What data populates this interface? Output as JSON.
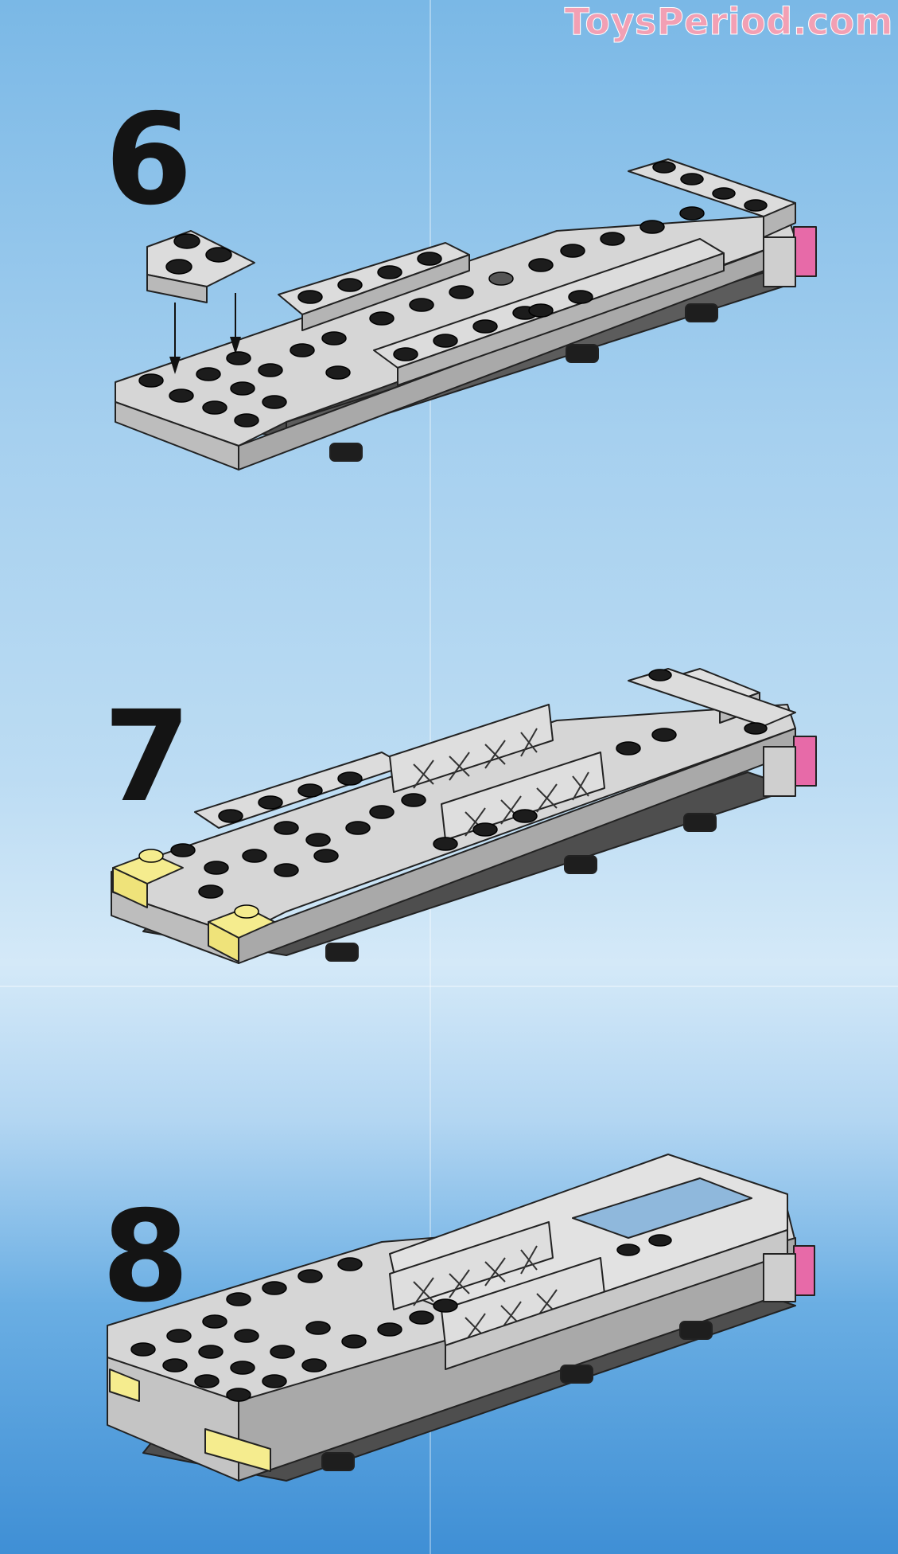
{
  "watermark": "ToysPeriod.com",
  "steps": [
    {
      "number": "6"
    },
    {
      "number": "7"
    },
    {
      "number": "8"
    }
  ],
  "colors": {
    "brick_light_gray": "#d2d2d2",
    "brick_dark_gray": "#565656",
    "stud_black": "#1c1c1c",
    "accent_pink": "#e76aa8",
    "accent_yellow": "#f5ec8e",
    "watermark_pink": "#f2a0b4"
  }
}
